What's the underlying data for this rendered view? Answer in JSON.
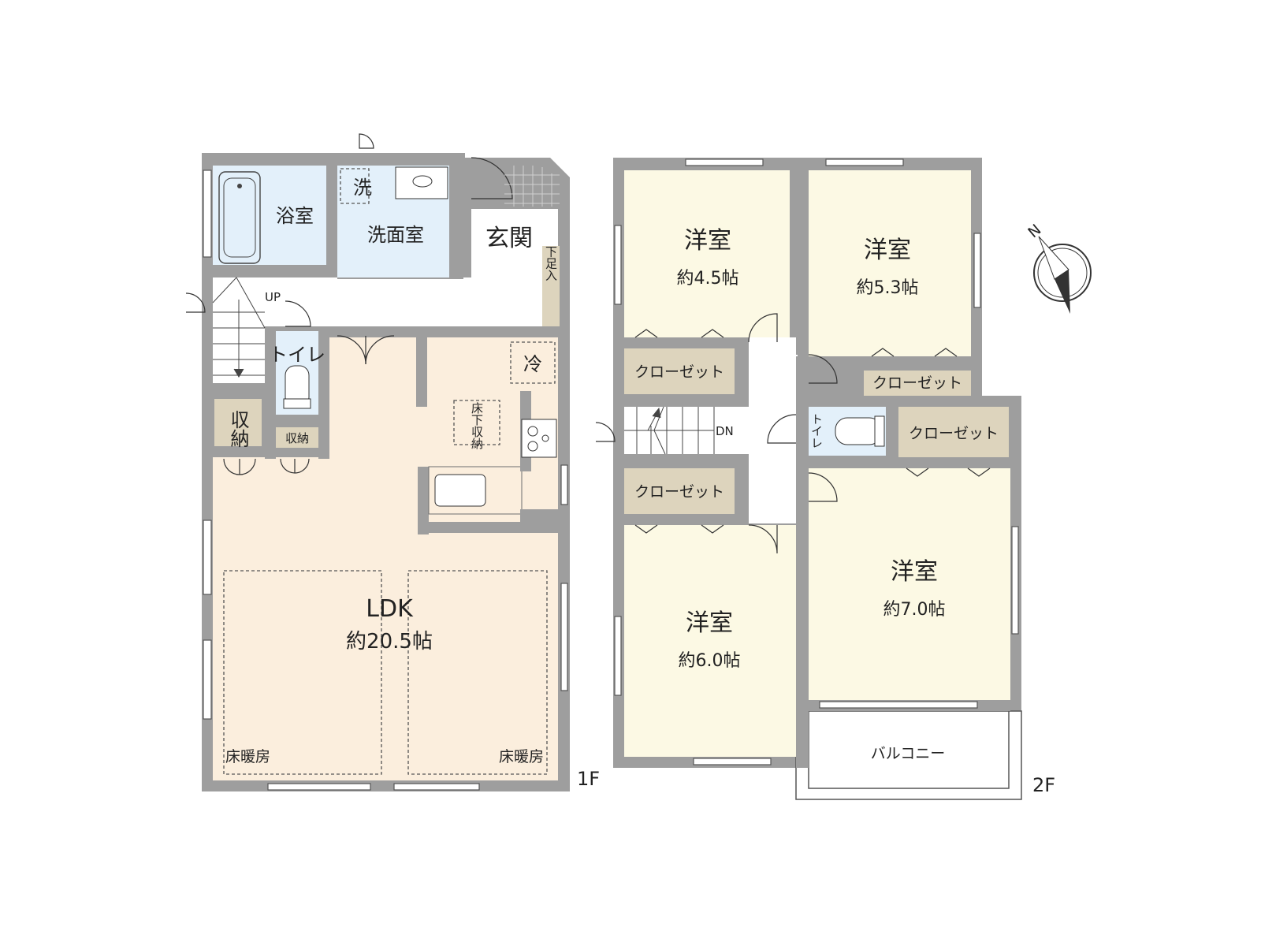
{
  "floor1": {
    "label": "1F",
    "rooms": {
      "bath": "浴室",
      "washroom": "洗面室",
      "washer": "洗",
      "entrance": "玄関",
      "shoe_storage": "下足入",
      "toilet": "トイレ",
      "storage_a": "収納",
      "storage_b": "収納",
      "fridge": "冷",
      "underfloor_storage": "床下収納",
      "ldk_name": "LDK",
      "ldk_area": "約20.5帖",
      "floor_heating_left": "床暖房",
      "floor_heating_right": "床暖房",
      "stairs_up": "UP"
    }
  },
  "floor2": {
    "label": "2F",
    "rooms": {
      "room_a_name": "洋室",
      "room_a_area": "約4.5帖",
      "room_b_name": "洋室",
      "room_b_area": "約5.3帖",
      "room_c_name": "洋室",
      "room_c_area": "約6.0帖",
      "room_d_name": "洋室",
      "room_d_area": "約7.0帖",
      "closet_a": "クローゼット",
      "closet_b": "クローゼット",
      "closet_c": "クローゼット",
      "closet_d": "クローゼット",
      "toilet": "トイレ",
      "stairs_down": "DN",
      "balcony": "バルコニー"
    }
  },
  "compass": {
    "north": "N"
  },
  "colors": {
    "wall": "#9e9e9e",
    "ldk_floor": "#fbeedd",
    "room_floor": "#fcf9e4",
    "wet_area": "#e3f0fa",
    "storage": "#ddd4bd",
    "entrance_tile": "#ffffff"
  }
}
